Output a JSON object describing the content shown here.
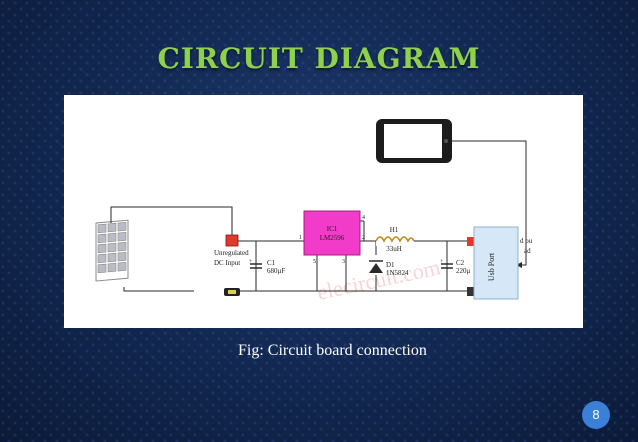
{
  "slide": {
    "title": "CIRCUIT DIAGRAM",
    "caption": "Fig: Circuit board connection",
    "page_number": "8"
  },
  "diagram": {
    "input_label_line1": "Unregulated",
    "input_label_line2": "DC Input",
    "ic_name": "IC1",
    "ic_part": "LM2596",
    "pin1": "1",
    "pin2": "2",
    "pin3": "3",
    "pin4": "4",
    "pin5": "5",
    "c1_name": "C1",
    "c1_value": "680μF",
    "h1_name": "H1",
    "h1_value": "33uH",
    "d1_name": "D1",
    "d1_value": "1N5824",
    "c2_name": "C2",
    "c2_value": "220μ",
    "usb_label": "Usb Port",
    "load_label_line1": "d ou",
    "load_label_line2": "ad",
    "watermark": "elecircuit.com"
  },
  "colors": {
    "title": "#8fd14f",
    "ic_fill": "#f03cc8",
    "usb_fill": "#d6e8f7",
    "connector": "#e03a2a",
    "wire": "#2a2a2a"
  }
}
